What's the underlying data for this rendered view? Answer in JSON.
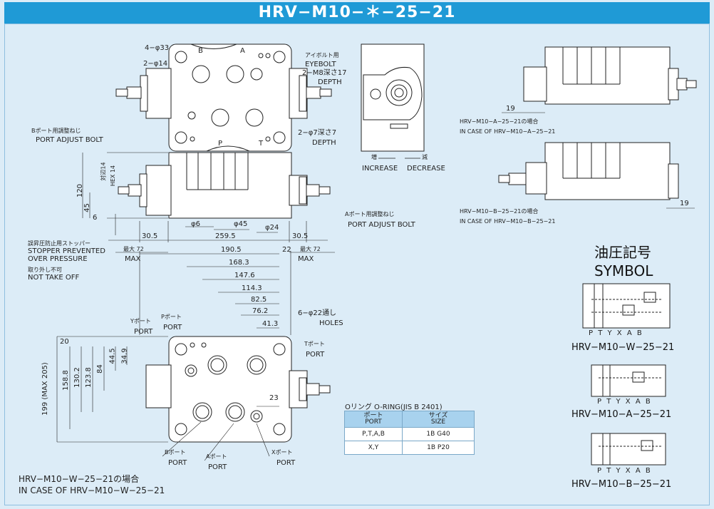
{
  "title": "HRV−M10−＊−25−21",
  "top_view": {
    "holes_33": "4−φ33",
    "holes_14": "2−φ14",
    "port_b": "B",
    "port_a": "A",
    "port_p": "P",
    "port_t": "T",
    "eyebolt_jp": "アイボルト用",
    "eyebolt_en": "EYEBOLT",
    "m8_depth": "2−M8深さ17",
    "depth1": "DEPTH",
    "holes_7": "2−φ7深さ7",
    "depth2": "DEPTH"
  },
  "side_view": {
    "b_adjust_jp": "Bポート用調整ねじ",
    "b_adjust_en": "PORT ADJUST BOLT",
    "a_adjust_jp": "Aポート用調整ねじ",
    "a_adjust_en": "PORT ADJUST BOLT",
    "dim_120": "120",
    "dim_45": "45",
    "dim_6": "6",
    "dim_14": "対辺14",
    "hex": "HEX 14",
    "phi6": "φ6",
    "phi45": "φ45",
    "phi24": "φ24",
    "dim_30_5_left": "30.5",
    "dim_259_5": "259.5",
    "dim_30_5_right": "30.5",
    "stopper_jp": "誤昇圧防止用ストッパー",
    "stopper_en1": "STOPPER PREVENTED",
    "stopper_en2": "OVER PRESSURE",
    "not_take_jp": "取り外し不可",
    "not_take_en": "NOT TAKE OFF",
    "max_left_jp": "最大 72",
    "max_left_en": "MAX",
    "max_right_jp": "最大 72",
    "max_right_en": "MAX"
  },
  "knob_view": {
    "increase_jp": "増",
    "decrease_jp": "減",
    "increase": "INCREASE",
    "decrease": "DECREASE"
  },
  "variants": {
    "dim_19a": "19",
    "a_jp": "HRV−M10−A−25−21の場合",
    "a_en": "IN CASE OF HRV−M10−A−25−21",
    "dim_19b": "19",
    "b_jp": "HRV−M10−B−25−21の場合",
    "b_en": "IN CASE OF HRV−M10−B−25−21"
  },
  "bottom_view": {
    "dims_h": [
      "190.5",
      "168.3",
      "147.6",
      "114.3",
      "82.5",
      "76.2",
      "41.3"
    ],
    "dim_22": "22",
    "holes_22": "6−φ22通し",
    "holes_en": "HOLES",
    "y_port_jp": "Yポート",
    "y_port_en": "PORT",
    "p_port_jp": "Pポート",
    "p_port_en": "PORT",
    "t_port_jp": "Tポート",
    "t_port_en": "PORT",
    "b_port_jp": "Bポート",
    "b_port_en": "PORT",
    "a_port_jp": "Aポート",
    "a_port_en": "PORT",
    "x_port_jp": "Xポート",
    "x_port_en": "PORT",
    "dims_v": [
      "20",
      "34.9",
      "44.5",
      "84",
      "123.8",
      "130.2",
      "158.8",
      "199 (MAX 205)"
    ],
    "dim_23": "23"
  },
  "caption_jp": "HRV−M10−W−25−21の場合",
  "caption_en": "IN CASE OF HRV−M10−W−25−21",
  "oring": {
    "caption": "Oリング O-RING(JIS B 2401)",
    "head_port_jp": "ポート",
    "head_port_en": "PORT",
    "head_size_jp": "サイズ",
    "head_size_en": "SIZE",
    "rows": [
      {
        "port": "P,T,A,B",
        "size": "1B G40"
      },
      {
        "port": "X,Y",
        "size": "1B P20"
      }
    ]
  },
  "symbol": {
    "title_jp": "油圧記号",
    "title_en": "SYMBOL",
    "ports": "P T Y X  A  B",
    "names": [
      "HRV−M10−W−25−21",
      "HRV−M10−A−25−21",
      "HRV−M10−B−25−21"
    ]
  }
}
